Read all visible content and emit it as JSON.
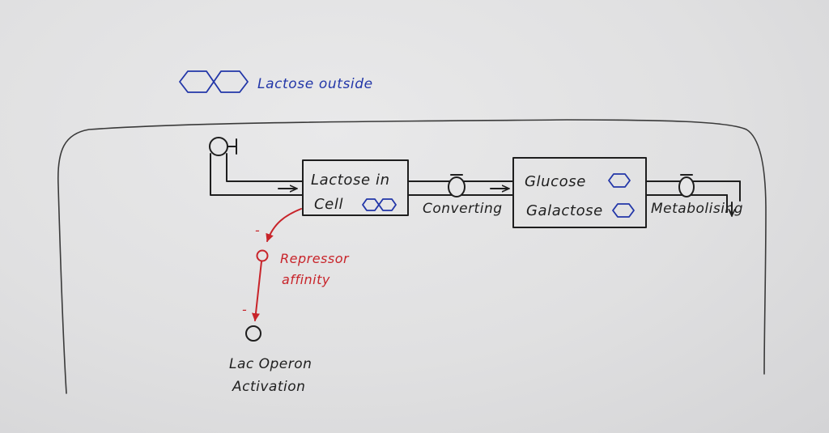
{
  "legend": {
    "lactose_outside_label": "Lactose outside"
  },
  "stocks": {
    "lactose_in_cell": {
      "line1": "Lactose in",
      "line2": "Cell"
    },
    "glucose_galactose": {
      "line1": "Glucose",
      "line2": "Galactose"
    }
  },
  "flows": {
    "converting": "Converting",
    "metabolising": "Metabolising"
  },
  "variables": {
    "repressor_affinity": {
      "line1": "Repressor",
      "line2": "affinity"
    },
    "lac_operon_activation": {
      "line1": "Lac Operon",
      "line2": "Activation"
    }
  },
  "polarity": {
    "lactose_to_repressor": "-",
    "repressor_to_operon": "-"
  },
  "colors": {
    "ink": "#1e1e1e",
    "blue": "#2236a8",
    "red": "#c8242a"
  }
}
